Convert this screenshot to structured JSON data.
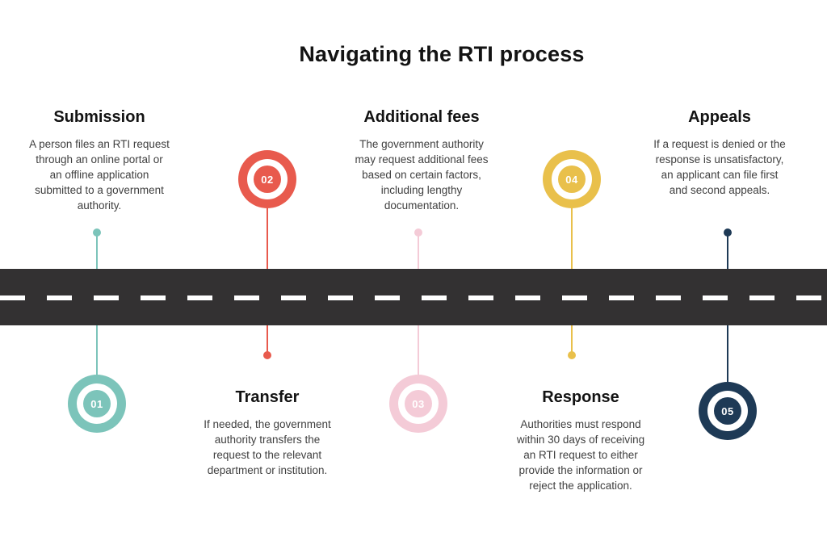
{
  "page": {
    "title": "Navigating the RTI process",
    "background_color": "#ffffff",
    "road_color": "#333132",
    "road_dash_color": "#ffffff"
  },
  "steps": [
    {
      "number": "01",
      "title": "Submission",
      "description": "A person files an RTI request\nthrough an online portal or\nan offline application\nsubmitted to a government\nauthority.",
      "color": "#7cc4ba"
    },
    {
      "number": "02",
      "title": "Transfer",
      "description": "If needed, the government\nauthority transfers the\nrequest to the relevant\ndepartment or institution.",
      "color": "#e85a4d"
    },
    {
      "number": "03",
      "title": "Additional fees",
      "description": "The government authority\nmay request additional fees\nbased on certain factors,\nincluding lengthy\ndocumentation.",
      "color": "#f4cbd7"
    },
    {
      "number": "04",
      "title": "Response",
      "description": "Authorities must respond\nwithin 30 days of receiving\nan RTI request to either\nprovide the information or\nreject the application.",
      "color": "#e9c04b"
    },
    {
      "number": "05",
      "title": "Appeals",
      "description": "If a request is denied or the\nresponse is unsatisfactory,\nan applicant can file first\nand second appeals.",
      "color": "#1e3a56"
    }
  ]
}
